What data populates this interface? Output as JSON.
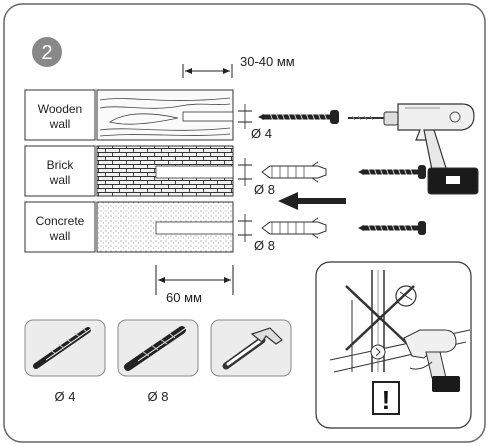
{
  "step_number": "2",
  "dimensions": {
    "depth": "30-40 мм",
    "spacing": "60 мм"
  },
  "walls": [
    {
      "line1": "Wooden",
      "line2": "wall",
      "diameter": "Ø 4"
    },
    {
      "line1": "Brick",
      "line2": "wall",
      "diameter": "Ø 8"
    },
    {
      "line1": "Concrete",
      "line2": "wall",
      "diameter": "Ø 8"
    }
  ],
  "tools": [
    {
      "icon": "drill-bit-icon",
      "label": "Ø 4"
    },
    {
      "icon": "drill-bit-icon",
      "label": "Ø 8"
    },
    {
      "icon": "hammer-icon",
      "label": ""
    }
  ],
  "warning": {
    "icon": "exclamation-icon",
    "symbol": "!"
  }
}
